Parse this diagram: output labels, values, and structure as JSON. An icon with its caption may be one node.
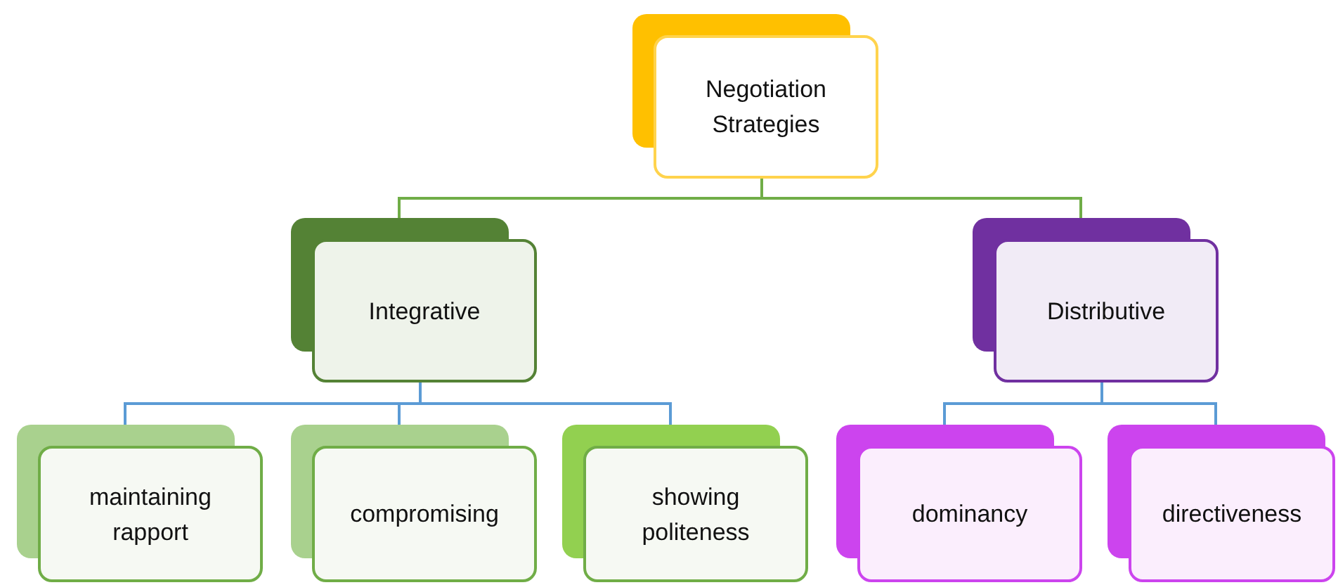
{
  "diagram": {
    "nodes": [
      {
        "text": [
          "Negotiation Strategies"
        ]
      },
      {
        "text": [
          "Integrative"
        ]
      },
      {
        "text": [
          "Distributive"
        ]
      },
      {
        "text": [
          "maintaining rapport"
        ]
      },
      {
        "text": [
          "compromising"
        ]
      },
      {
        "text": [
          "showing politeness"
        ]
      },
      {
        "text": [
          "dominancy"
        ]
      },
      {
        "text": [
          "directiveness"
        ]
      }
    ],
    "edges": [
      {
        "from": 0,
        "to": 1,
        "arrow": "none",
        "color": "#70ad47"
      },
      {
        "from": 0,
        "to": 2,
        "arrow": "none",
        "color": "#70ad47"
      },
      {
        "from": 1,
        "to": 3,
        "arrow": "none"
      },
      {
        "from": 1,
        "to": 4,
        "arrow": "none"
      },
      {
        "from": 1,
        "to": 5,
        "arrow": "none"
      },
      {
        "from": 2,
        "to": 6,
        "arrow": "none"
      },
      {
        "from": 2,
        "to": 7,
        "arrow": "none"
      }
    ]
  }
}
